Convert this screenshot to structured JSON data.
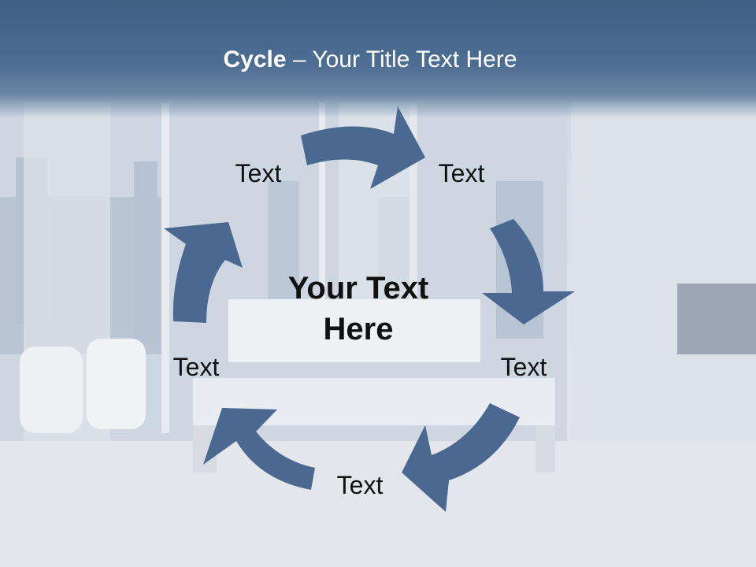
{
  "slide": {
    "title_bold": "Cycle",
    "title_rest": " – Your Title Text Here",
    "center_text": "Your Text Here"
  },
  "cycle": {
    "labels": [
      "Text",
      "Text",
      "Text",
      "Text",
      "Text"
    ],
    "arrow_color": "#4a6890"
  },
  "colors": {
    "header": "#46668c",
    "background": "#d9e0e8"
  }
}
